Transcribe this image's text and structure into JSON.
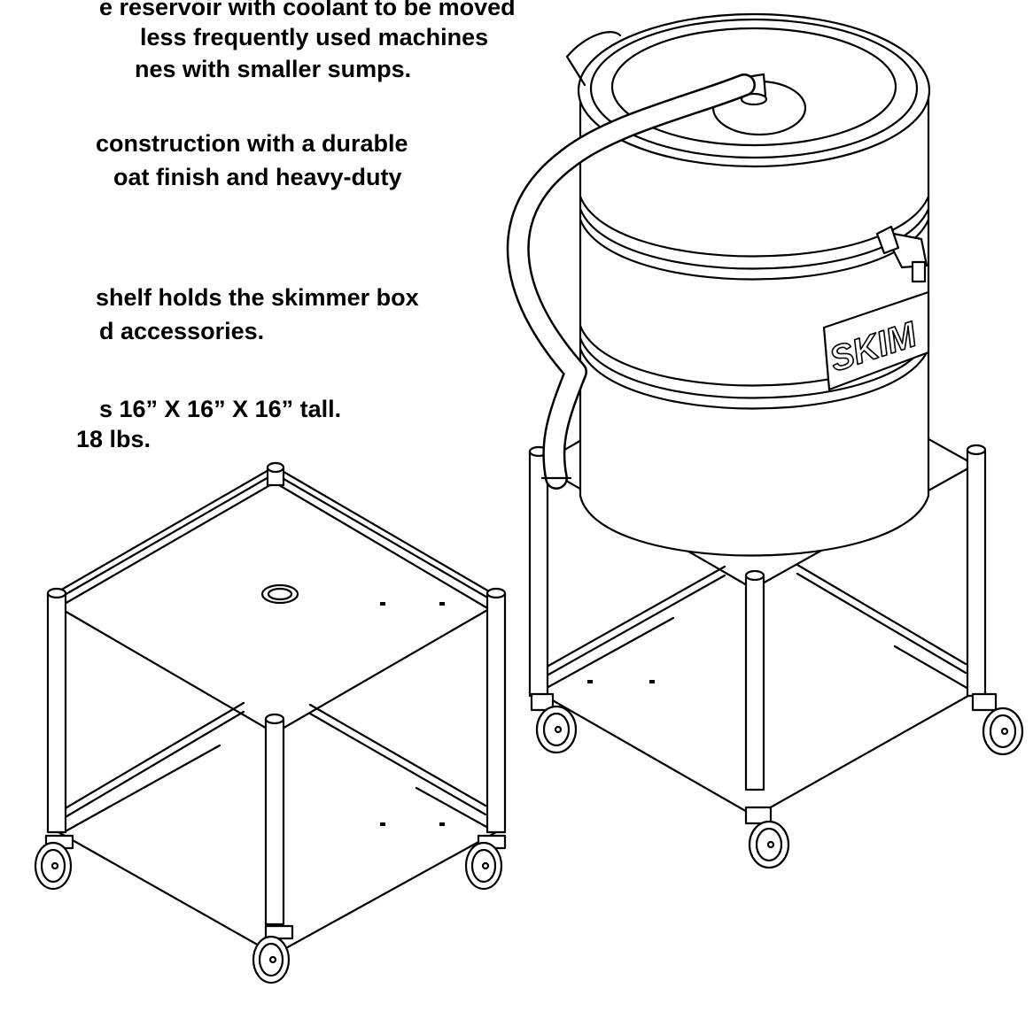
{
  "description": {
    "lines": [
      "e reservoir with coolant to be moved",
      "less frequently used machines",
      "nes with smaller sumps.",
      "construction with a durable",
      "oat finish and heavy-duty",
      "shelf holds the skimmer box",
      "d accessories.",
      "s 16” X 16” X 16” tall.",
      "18 lbs."
    ]
  },
  "illustration": {
    "drum_label": "SKIM",
    "line_color": "#000000",
    "fill_color": "#ffffff"
  }
}
